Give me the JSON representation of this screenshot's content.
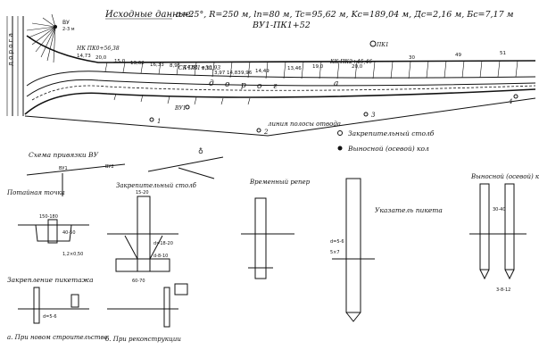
{
  "header": {
    "label": "Исходные данные:",
    "params": "α=25°, R=250 м, lп=80 м, Tc=95,62 м, Kc=189,04 м, Дс=2,16 м, Бс=7,17 м",
    "station": "ВУ1-ПК1+52"
  },
  "plan": {
    "vu_top": "ВУ",
    "vu_top_sub": "2-3 м",
    "nk": "НК ПК0+56,38",
    "sk": "СК ПК1+50,93",
    "kk": "КК ПК2+45,46",
    "pk_top": "ПК1",
    "road_letters": [
      "д",
      "о",
      "р",
      "о",
      "г",
      "а"
    ],
    "boundary": "линия полосы отвода",
    "vu1": "ВУ1",
    "offsets_upper": [
      "14,73",
      "20,0",
      "15,0",
      "13,62",
      "16,33",
      "8,95",
      "14,83",
      "8,51",
      "3,97",
      "14,83",
      "9,96",
      "14,49",
      "13,46",
      "19,0",
      "20,0",
      "30",
      "49",
      "51"
    ],
    "offsets_lower": [
      "1",
      "2",
      "3",
      "4"
    ]
  },
  "legend": {
    "post": "Закрепительный столб",
    "stake": "Выносной (осевой) кол"
  },
  "details": {
    "tie_scheme": "Схема привязки ВУ",
    "hidden_point": "Потайная точка",
    "fixing_post": "Закрепительный столб",
    "temp_benchmark": "Временный репер",
    "picket_sign": "Указатель пикета",
    "offset_stake": "Выносной (осевой) кол",
    "chainage_fix": "Закрепление пикетажа",
    "new_construction": "а. При новом строительстве",
    "reconstruction": "б. При реконструкции",
    "dims": [
      "150-180",
      "1,2×0,50",
      "40-50",
      "15-20",
      "60-70",
      "d=18-20",
      "d-8-10",
      "d=5-6",
      "5×7",
      "3-8-12",
      "30-40"
    ]
  }
}
